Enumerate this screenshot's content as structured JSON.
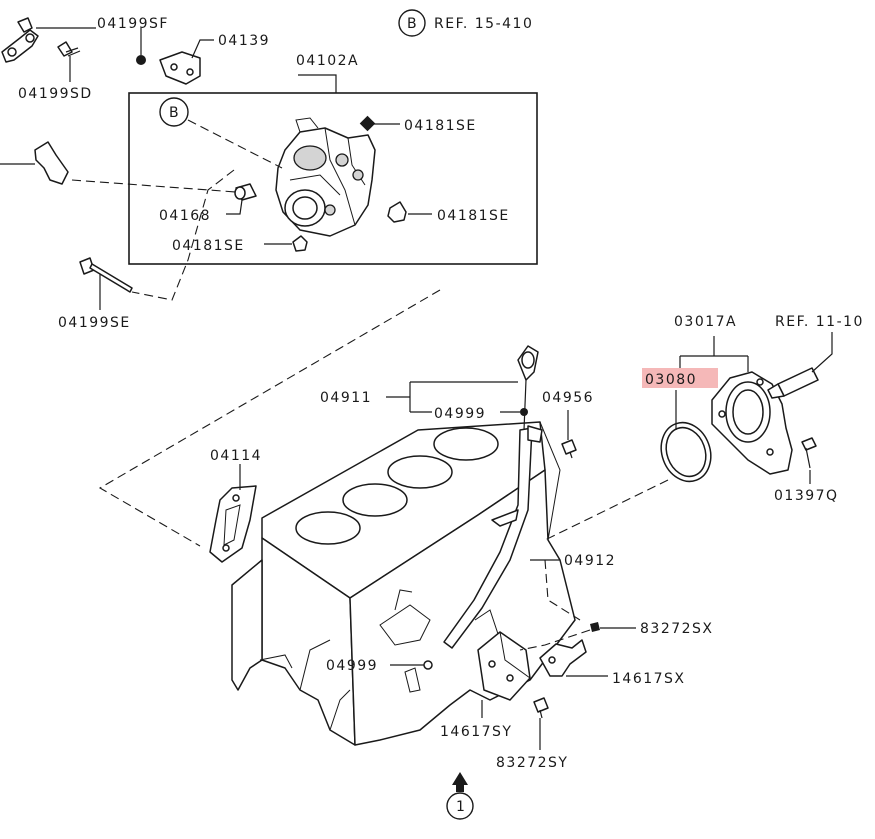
{
  "labels": {
    "p04199SF": "04199SF",
    "p04139": "04139",
    "p04199SD": "04199SD",
    "refB": "REF. 15-410",
    "refBLetter": "B",
    "p04102A": "04102A",
    "innerB": "B",
    "p04181SE_a": "04181SE",
    "p04168": "04168",
    "p04181SE_b": "04181SE",
    "p04181SE_c": "04181SE",
    "p04199SE": "04199SE",
    "p03017A": "03017A",
    "ref11": "REF. 11-10",
    "p03080": "03080",
    "p04911": "04911",
    "p04999_a": "04999",
    "p04956": "04956",
    "p04114": "04114",
    "p01397Q": "01397Q",
    "p04912": "04912",
    "p83272SX": "83272SX",
    "p04999_b": "04999",
    "p14617SX": "14617SX",
    "p14617SY": "14617SY",
    "p83272SY": "83272SY",
    "front": "1"
  },
  "colors": {
    "ink": "#1a1a1a",
    "highlight": "#f5b8b8"
  }
}
